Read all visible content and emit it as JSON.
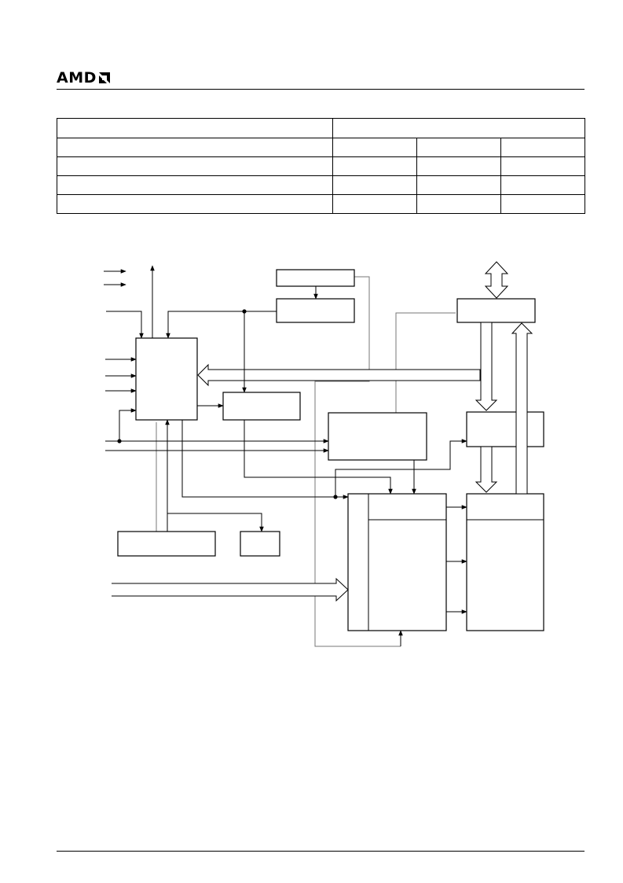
{
  "header": {
    "logo_text": "AMD",
    "logo_mark": "amd-arrow-logo",
    "brand_color": "#000000"
  },
  "table": {
    "header_row": [
      "",
      ""
    ],
    "rows": [
      [
        "",
        "",
        "",
        ""
      ],
      [
        "",
        "",
        "",
        ""
      ],
      [
        "",
        "",
        "",
        ""
      ],
      [
        "",
        "",
        "",
        ""
      ]
    ]
  },
  "diagram": {
    "blocks": [
      "control-logic-block",
      "top-small-block",
      "register-block",
      "timer-block",
      "io-buffer-block",
      "data-latch-block",
      "address-decoder-block",
      "memory-array-block",
      "sense-block",
      "bottom-left-block",
      "bottom-small-block"
    ],
    "line_color": "#000000",
    "thin_line_color": "#777777"
  }
}
